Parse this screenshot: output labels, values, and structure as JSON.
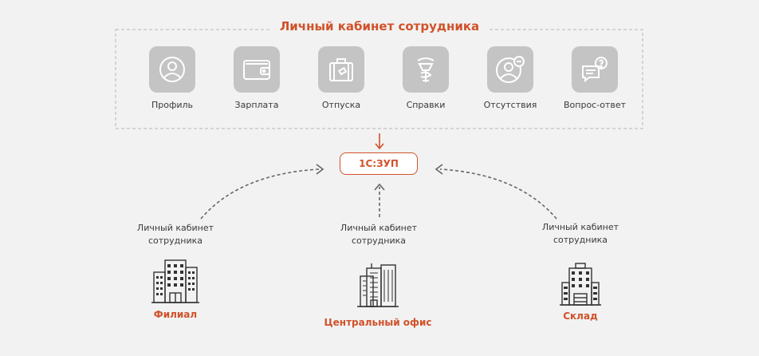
{
  "header": {
    "title": "Личный кабинет сотрудника"
  },
  "modules": [
    {
      "label": "Профиль",
      "icon": "profile-icon"
    },
    {
      "label": "Зарплата",
      "icon": "wallet-icon"
    },
    {
      "label": "Отпуска",
      "icon": "suitcase-icon"
    },
    {
      "label": "Справки",
      "icon": "medical-caduceus-icon"
    },
    {
      "label": "Отсутствия",
      "icon": "user-minus-icon"
    },
    {
      "label": "Вопрос-ответ",
      "icon": "chat-question-icon"
    }
  ],
  "system": {
    "label": "1С:ЗУП"
  },
  "sites": [
    {
      "cabinet_label_line1": "Личный кабинет",
      "cabinet_label_line2": "сотрудника",
      "name": "Филиал",
      "icon": "office-building-icon"
    },
    {
      "cabinet_label_line1": "Личный кабинет",
      "cabinet_label_line2": "сотрудника",
      "name": "Центральный офис",
      "icon": "skyscraper-icon"
    },
    {
      "cabinet_label_line1": "Личный кабинет",
      "cabinet_label_line2": "сотрудника",
      "name": "Склад",
      "icon": "warehouse-icon"
    }
  ],
  "colors": {
    "accent": "#d0522a",
    "tile": "#c4c4c4",
    "line": "#666666",
    "background": "#f2f2f2"
  }
}
